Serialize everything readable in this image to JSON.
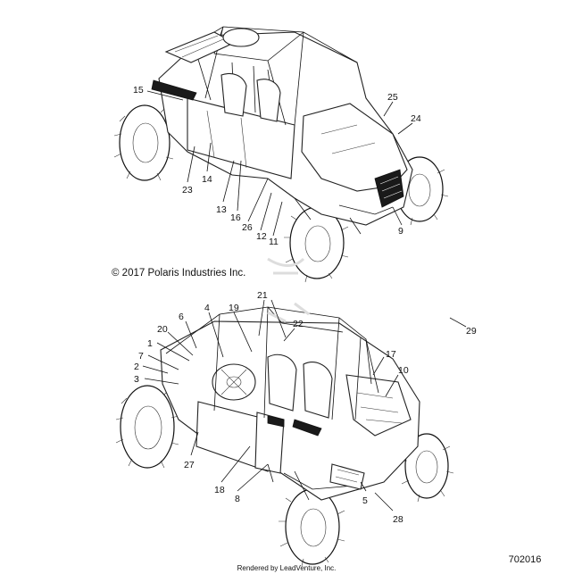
{
  "copyright": "© 2017 Polaris Industries Inc.",
  "diagram_id": "702016",
  "rendered_by": "Rendered by LeadVenture, Inc.",
  "top_callouts": [
    "15",
    "25",
    "24",
    "23",
    "14",
    "13",
    "16",
    "26",
    "12",
    "11",
    "9"
  ],
  "bottom_callouts": [
    "21",
    "6",
    "4",
    "19",
    "22",
    "20",
    "29",
    "1",
    "7",
    "17",
    "2",
    "10",
    "3",
    "27",
    "18",
    "8",
    "5",
    "28"
  ]
}
